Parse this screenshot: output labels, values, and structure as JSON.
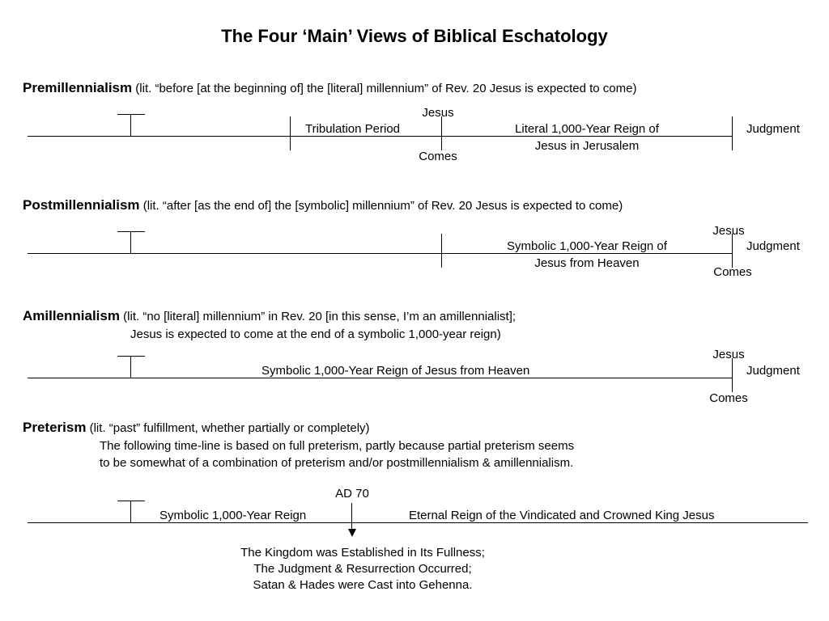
{
  "title": "The Four ‘Main’ Views of Biblical Eschatology",
  "premillennialism": {
    "name": "Premillennialism",
    "desc": "(lit. “before [at the beginning of] the [literal] millennium” of Rev. 20 Jesus is expected to come)",
    "tribulation": "Tribulation Period",
    "jesus": "Jesus",
    "comes": "Comes",
    "reign_line1": "Literal 1,000-Year Reign of",
    "reign_line2": "Jesus in Jerusalem",
    "judgment": "Judgment"
  },
  "postmillennialism": {
    "name": "Postmillennialism",
    "desc": "(lit. “after [as the end of] the [symbolic] millennium” of Rev. 20 Jesus is expected to come)",
    "reign_line1": "Symbolic 1,000-Year Reign of",
    "reign_line2": "Jesus from Heaven",
    "jesus": "Jesus",
    "comes": "Comes",
    "judgment": "Judgment"
  },
  "amillennialism": {
    "name": "Amillennialism",
    "desc_line1": "(lit. “no [literal] millennium” in Rev. 20 [in this sense, I’m an amillennialist];",
    "desc_line2": "Jesus is expected to come at the end of a symbolic 1,000-year reign)",
    "reign": "Symbolic 1,000-Year Reign of Jesus from Heaven",
    "jesus": "Jesus",
    "comes": "Comes",
    "judgment": "Judgment"
  },
  "preterism": {
    "name": "Preterism",
    "desc": "(lit. “past” fulfillment, whether partially or completely)",
    "note_line1": "The following time-line is based on full preterism, partly because partial preterism seems",
    "note_line2": "to be somewhat of a combination of preterism and/or postmillennialism & amillennialism.",
    "ad70": "AD 70",
    "symbolic_reign": "Symbolic 1,000-Year Reign",
    "eternal_reign": "Eternal Reign of the Vindicated and Crowned King Jesus",
    "result_line1": "The Kingdom was Established in Its Fullness;",
    "result_line2": "The Judgment & Resurrection Occurred;",
    "result_line3": "Satan & Hades were Cast into Gehenna."
  }
}
